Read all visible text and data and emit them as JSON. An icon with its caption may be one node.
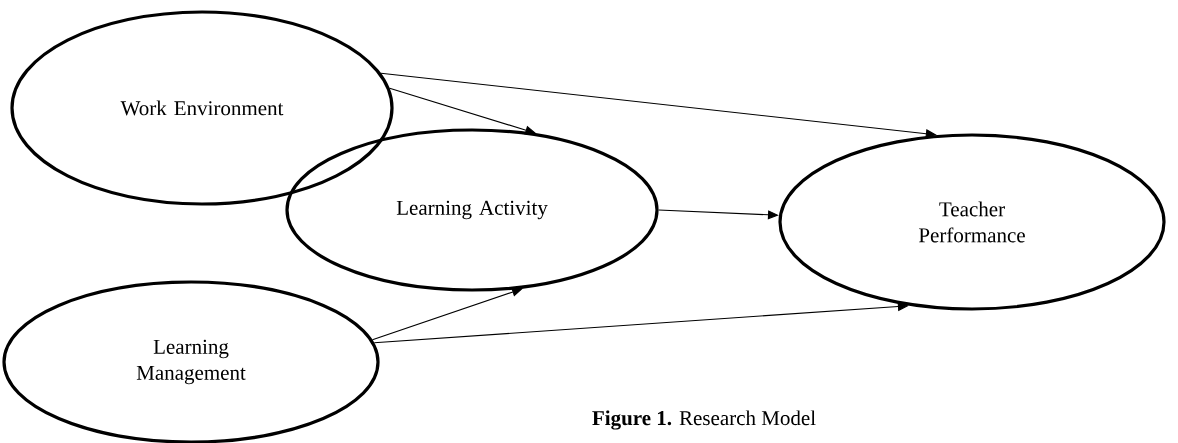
{
  "diagram": {
    "caption": "**Figure 1.** Research Model",
    "nodes": [
      {
        "text": [
          "Work Environment"
        ]
      },
      {
        "text": [
          "Learning Activity"
        ]
      },
      {
        "text": [
          "Teacher Performance"
        ]
      },
      {
        "text": [
          "Learning Management"
        ]
      }
    ],
    "edges": [
      {
        "from": 0,
        "to": 1,
        "arrow": "to"
      },
      {
        "from": 0,
        "to": 2,
        "arrow": "to"
      },
      {
        "from": 1,
        "to": 2,
        "arrow": "to"
      },
      {
        "from": 3,
        "to": 1,
        "arrow": "to"
      },
      {
        "from": 3,
        "to": 2,
        "arrow": "to"
      }
    ]
  }
}
